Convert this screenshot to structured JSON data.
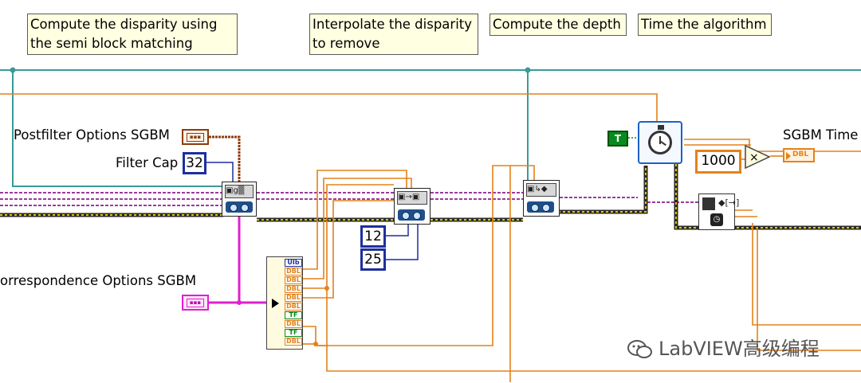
{
  "comments": {
    "sgbm_line1": "Compute the disparity using",
    "sgbm_line2": "the semi block matching",
    "interp_line1": "Interpolate the disparity",
    "interp_line2": "to remove",
    "depth": "Compute the depth",
    "time": "Time the algorithm"
  },
  "labels": {
    "postfilter": "Postfilter Options SGBM",
    "filter_cap": "Filter Cap",
    "correspondence": "orrespondence Options SGBM",
    "sgbm_time": "SGBM Time"
  },
  "constants": {
    "filter_cap_value": "32",
    "interp_a": "12",
    "interp_b": "25",
    "ms_factor": "1000",
    "bool_true": "T"
  },
  "indicator": {
    "type": "DBL"
  },
  "bundler_rows": [
    "UIb",
    "DBL",
    "DBL",
    "DBL",
    "DBL",
    "DBL",
    "TF",
    "DBL",
    "TF",
    "DBL"
  ],
  "watermark": {
    "text": "LabVIEW高级编程"
  },
  "colors": {
    "cluster_wire": "#8b3c10",
    "pink_wire": "#e01fd0",
    "dbl_wire": "#e3821a",
    "int_wire": "#1d2f9e",
    "ref_wire": "#3a9a9a",
    "image_wire": "#9a3a9a",
    "error_wire": "#c8b400",
    "bool_wire": "#0a8a1e"
  }
}
